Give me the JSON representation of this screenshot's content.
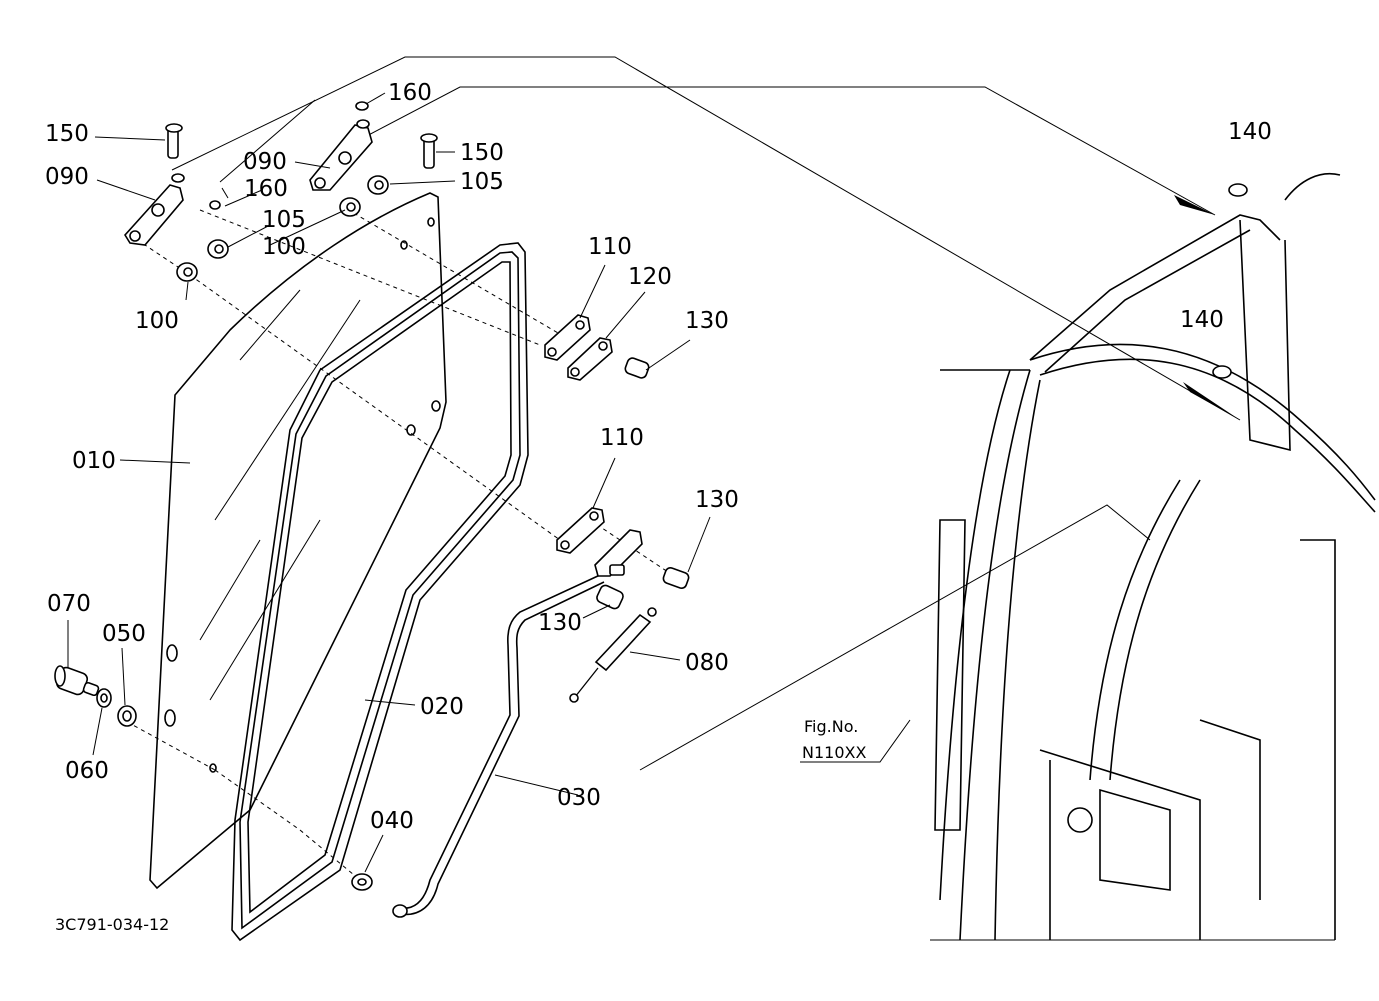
{
  "parts": {
    "p010": "010",
    "p020": "020",
    "p030": "030",
    "p040": "040",
    "p050": "050",
    "p060": "060",
    "p070": "070",
    "p080": "080",
    "p090a": "090",
    "p090b": "090",
    "p100a": "100",
    "p100b": "100",
    "p105a": "105",
    "p105b": "105",
    "p110a": "110",
    "p110b": "110",
    "p120": "120",
    "p130a": "130",
    "p130b": "130",
    "p130c": "130",
    "p140a": "140",
    "p140b": "140",
    "p150a": "150",
    "p150b": "150",
    "p160a": "160",
    "p160b": "160"
  },
  "fig_ref": {
    "title": "Fig.No.",
    "code": "N110XX"
  },
  "drawing_code": "3C791-034-12"
}
